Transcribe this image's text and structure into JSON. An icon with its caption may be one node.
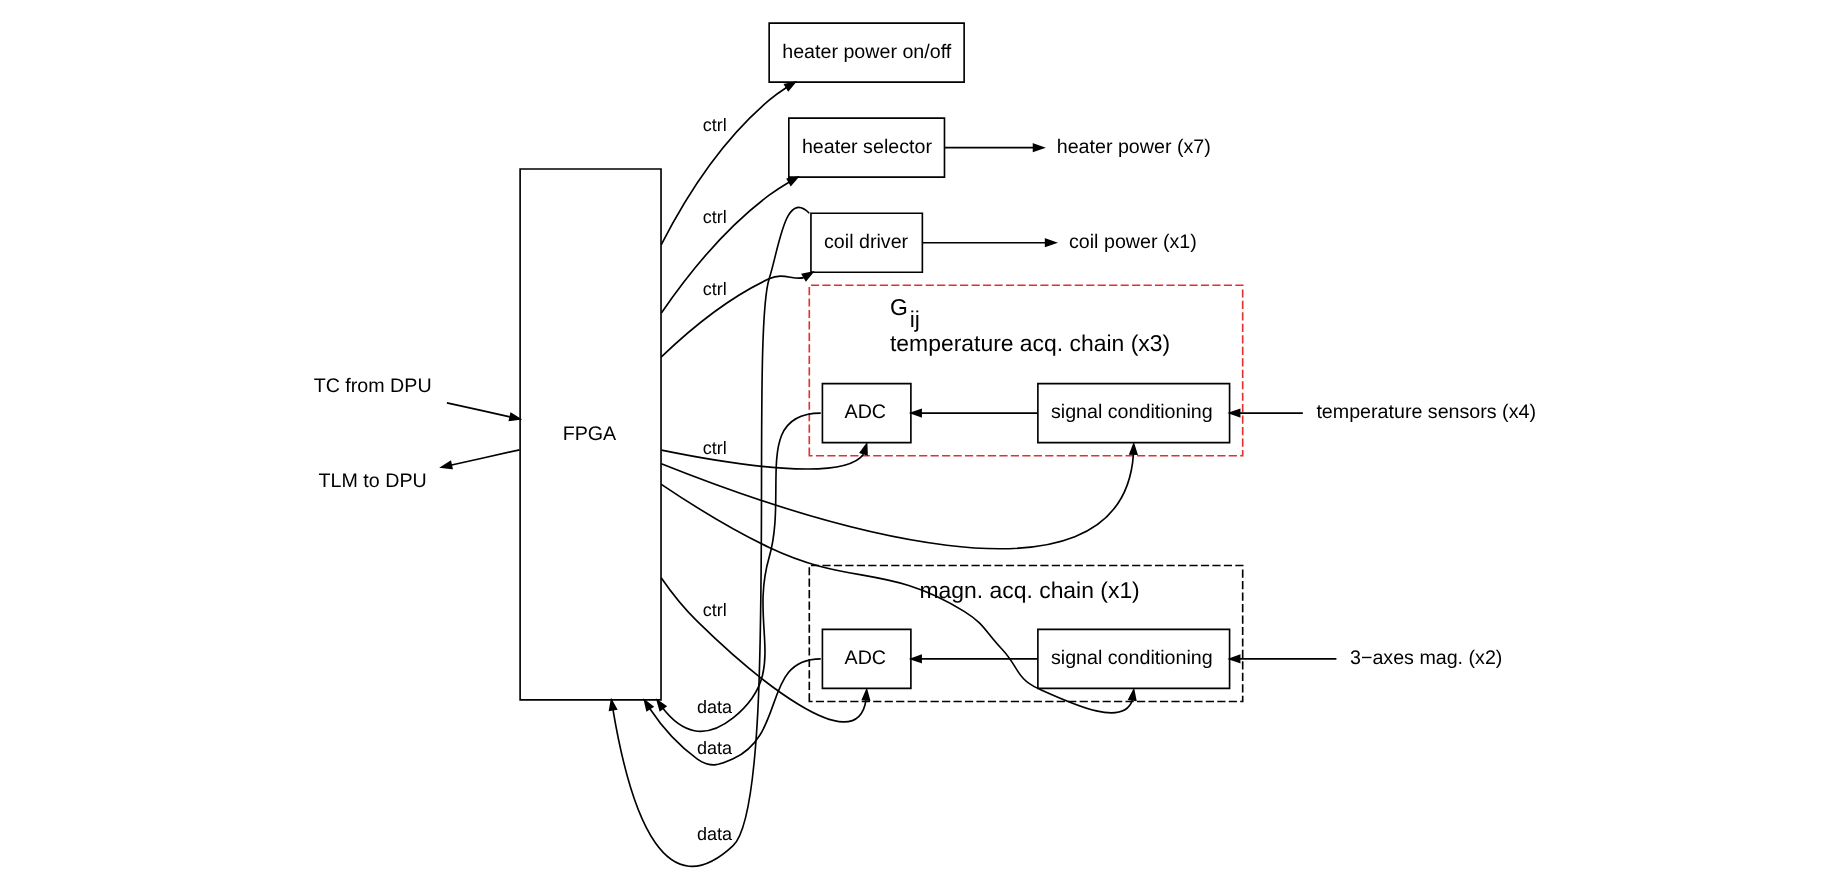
{
  "diagram": {
    "nodes": [
      {
        "text": [
          "TC from DPU"
        ]
      },
      {
        "text": [
          "TLM to DPU"
        ]
      },
      {
        "text": [
          "FPGA"
        ]
      },
      {
        "text": [
          "G$_{ij}$",
          "temperature acq. chain (x3)"
        ]
      },
      {
        "text": [
          "ADC"
        ],
        "in": 3
      },
      {
        "text": [
          "signal conditioning"
        ],
        "in": 3
      },
      {
        "text": [
          "temperature sensors (x4)"
        ]
      },
      {
        "text": [
          "magn. acq. chain (x1)"
        ]
      },
      {
        "text": [
          "ADC"
        ],
        "in": 7
      },
      {
        "text": [
          "signal conditioning"
        ],
        "in": 7
      },
      {
        "text": [
          "3−axes mag. (x2)"
        ]
      },
      {
        "text": [
          "heater power on/off"
        ]
      },
      {
        "text": [
          "heater selector"
        ]
      },
      {
        "text": [
          "heater power (x7)"
        ]
      },
      {
        "text": [
          "coil driver"
        ]
      },
      {
        "text": [
          "coil power (x1)"
        ]
      }
    ],
    "edges": [
      {
        "from": 0,
        "to": 2,
        "arrow": "to"
      },
      {
        "from": 2,
        "to": 1,
        "arrow": "to"
      },
      {
        "from": 4,
        "to": 2,
        "arrow": "to",
        "label": "data"
      },
      {
        "from": 2,
        "to": 4,
        "arrow": "to",
        "label": "ctrl"
      },
      {
        "from": 2,
        "to": 5,
        "arrow": "to"
      },
      {
        "from": 5,
        "to": 4,
        "arrow": "to"
      },
      {
        "from": 6,
        "to": 5,
        "arrow": "to"
      },
      {
        "from": 8,
        "to": 2,
        "arrow": "to",
        "label": "data"
      },
      {
        "from": 2,
        "to": 8,
        "arrow": "to",
        "label": "ctrl"
      },
      {
        "from": 2,
        "to": 9,
        "arrow": "to"
      },
      {
        "from": 9,
        "to": 8,
        "arrow": "to"
      },
      {
        "from": 10,
        "to": 9,
        "arrow": "to"
      },
      {
        "from": 2,
        "to": 11,
        "arrow": "to",
        "label": "ctrl"
      },
      {
        "from": 2,
        "to": 12,
        "arrow": "to",
        "label": "ctrl"
      },
      {
        "from": 12,
        "to": 13,
        "arrow": "to"
      },
      {
        "from": 14,
        "to": 2,
        "arrow": "to",
        "label": "data"
      },
      {
        "from": 2,
        "to": 14,
        "arrow": "to",
        "label": "ctrl"
      },
      {
        "from": 14,
        "to": 15,
        "arrow": "to"
      }
    ]
  }
}
